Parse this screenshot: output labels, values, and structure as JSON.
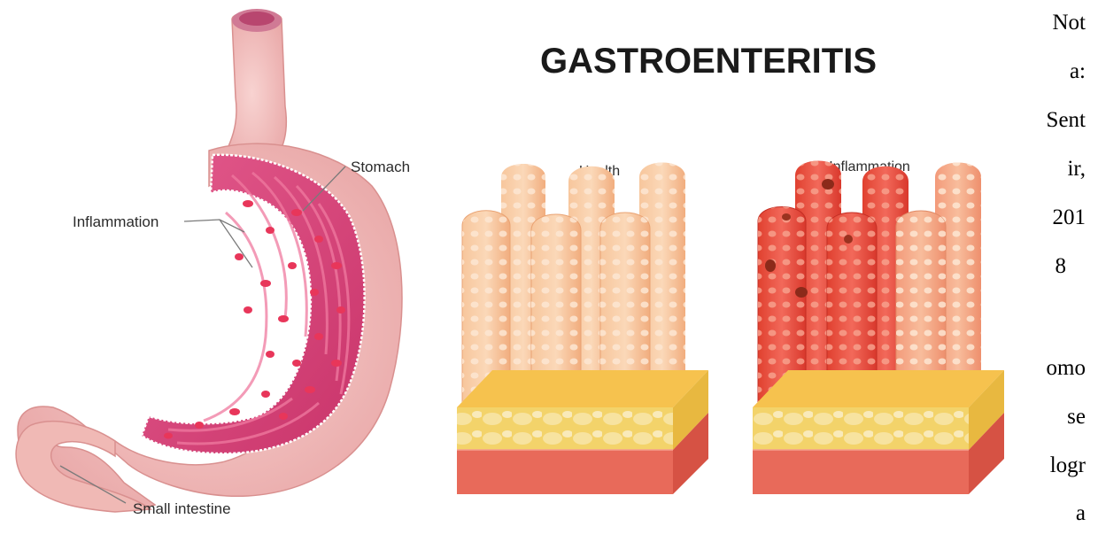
{
  "figure": {
    "title": "GASTROENTERITIS",
    "labels": {
      "stomach": "Stomach",
      "inflammation_stomach": "Inflammation",
      "small_intestine": "Small intestine",
      "health": "Health",
      "inflammation_villi": "Inflammation"
    },
    "colors": {
      "stomach_wall": "#f2c2c2",
      "stomach_inner": "#d8467a",
      "inflamed_spot": "#e8365a",
      "villi_healthy": "#f6b98a",
      "villi_inflamed": "#e8473a",
      "submucosa": "#f3d36a",
      "muscle_layer": "#e86a5a"
    }
  },
  "side_text": {
    "lines": [
      "Not",
      "a:",
      "Sent",
      "ir,",
      "201",
      "8",
      "omo",
      "se",
      "logr",
      "a"
    ]
  }
}
